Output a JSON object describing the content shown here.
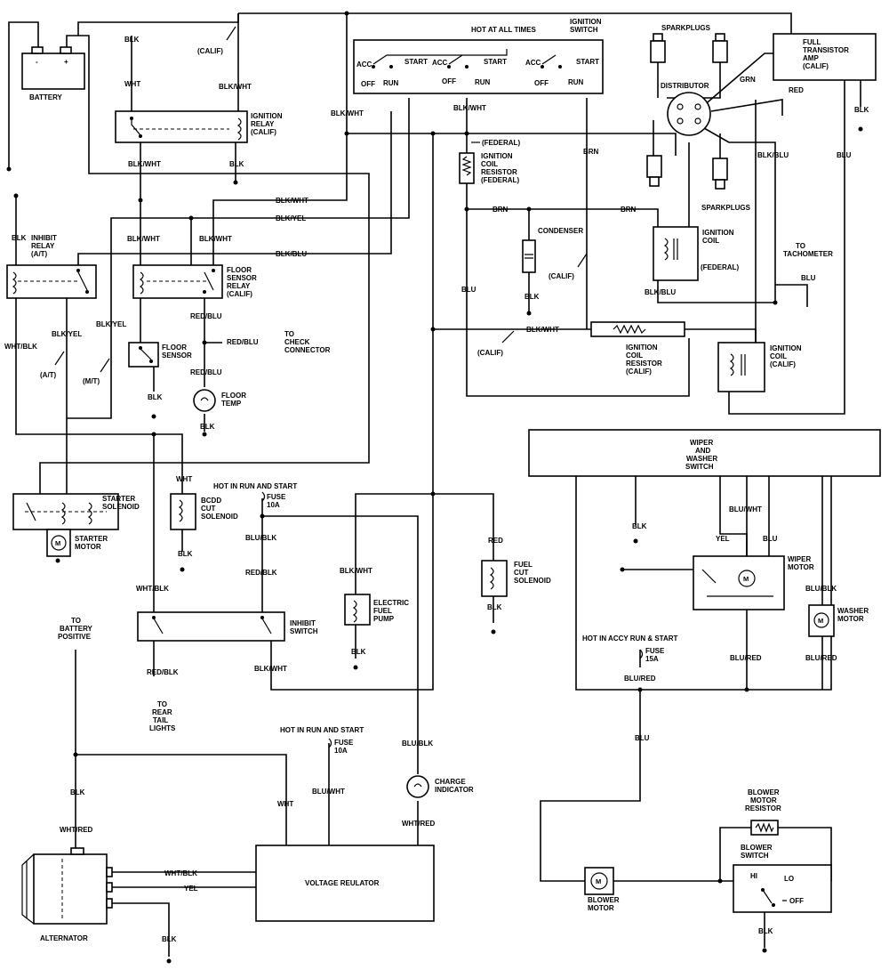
{
  "labels": {
    "battery": "BATTERY",
    "blk_bat": "BLK",
    "wht_bat": "WHT",
    "calif_top": "(CALIF)",
    "blkwht_relay_in": "BLK/WHT",
    "ign_relay": [
      "IGNITION",
      "RELAY",
      "(CALIF)"
    ],
    "blkwht_relay_out": "BLK/WHT",
    "blk_relay_gnd": "BLK",
    "blkwht_main": "BLK/WHT",
    "blkwht_h1": "BLK/WHT",
    "blkyel_h": "BLK/YEL",
    "blkblu_h": "BLK/BLU",
    "blk_inhibit": "BLK",
    "inhibit_relay": [
      "INHIBIT",
      "RELAY",
      "(A/T)"
    ],
    "blkwht_fsr_a": "BLK/WHT",
    "blkwht_fsr_b": "BLK/WHT",
    "floor_sensor_relay": [
      "FLOOR",
      "SENSOR",
      "RELAY",
      "(CALIF)"
    ],
    "redblu_1": "RED/BLU",
    "redblu_2": "RED/BLU",
    "to_check": [
      "TO",
      "CHECK",
      "CONNECTOR"
    ],
    "redblu_3": "RED/BLU",
    "floor_temp": [
      "FLOOR",
      "TEMP"
    ],
    "blk_ft": "BLK",
    "floor_sensor": [
      "FLOOR",
      "SENSOR"
    ],
    "blk_fs": "BLK",
    "whtblk_left": "WHT/BLK",
    "blkyel_v": "BLK/YEL",
    "blkyel_v2": "BLK/YEL",
    "at": "(A/T)",
    "mt": "(M/T)",
    "starter_solenoid": [
      "STARTER",
      "SOLENOID"
    ],
    "starter_motor": [
      "STARTER",
      "MOTOR"
    ],
    "wht_bcdd": "WHT",
    "bcdd": [
      "BCDD",
      "CUT",
      "SOLENOID"
    ],
    "blk_bcdd": "BLK",
    "hot_run_start_1": "HOT IN RUN AND START",
    "fuse_1": [
      "FUSE",
      "10A"
    ],
    "blublk_1": "BLU/BLK",
    "redblk_1": "RED/BLK",
    "whtblk_2": "WHT/BLK",
    "inhibit_switch": [
      "INHIBIT",
      "SWITCH"
    ],
    "redblk_2": "RED/BLK",
    "to_rear": [
      "TO",
      "REAR",
      "TAIL",
      "LIGHTS"
    ],
    "blkwht_inh": "BLK/WHT",
    "blkwht_efp": "BLK/WHT",
    "efp": [
      "ELECTRIC",
      "FUEL",
      "PUMP"
    ],
    "blk_efp": "BLK",
    "red_fcs": "RED",
    "fcs": [
      "FUEL",
      "CUT",
      "SOLENOID"
    ],
    "blk_fcs": "BLK",
    "to_batt_pos": [
      "TO",
      "BATTERY",
      "POSITIVE"
    ],
    "hot_run_start_2": "HOT IN RUN AND START",
    "fuse_2": [
      "FUSE",
      "10A"
    ],
    "blk_alt": "BLK",
    "whtred_alt": "WHT/RED",
    "wht_vr": "WHT",
    "bluwht_vr": "BLU/WHT",
    "blublk_ci": "BLU/BLK",
    "charge_indicator": [
      "CHARGE",
      "INDICATOR"
    ],
    "whtred_ci": "WHT/RED",
    "voltage_regulator": "VOLTAGE REULATOR",
    "whtblk_alt": "WHT/BLK",
    "yel_alt": "YEL",
    "alternator": "ALTERNATOR",
    "blk_alt_gnd": "BLK",
    "hot_all_times": "HOT AT ALL TIMES",
    "ignition_switch": [
      "IGNITION",
      "SWITCH"
    ],
    "acc": "ACC",
    "start": "START",
    "off": "OFF",
    "run": "RUN",
    "blkwht_is": "BLK/WHT",
    "federal_1": "(FEDERAL)",
    "icr_fed": [
      "IGNITION",
      "COIL",
      "RESISTOR",
      "(FEDERAL)"
    ],
    "brn_1": "BRN",
    "brn_2": "BRN",
    "brn_v": "BRN",
    "condenser": "CONDENSER",
    "blk_cond": "BLK",
    "calif_cond": "(CALIF)",
    "blu_v": "BLU",
    "sparkplugs_top": "SPARKPLUGS",
    "distributor": "DISTRIBUTOR",
    "sparkplugs_bottom": "SPARKPLUGS",
    "ign_coil_fed": [
      "IGNITION",
      "COIL"
    ],
    "federal_2": "(FEDERAL)",
    "blkblu_coil": "BLK/BLU",
    "blkblu_v": "BLK/BLU",
    "grn": "GRN",
    "red": "RED",
    "fta": [
      "FULL",
      "TRANSISTOR",
      "AMP",
      "(CALIF)"
    ],
    "blk_fta": "BLK",
    "blu_fta": "BLU",
    "to_tach": [
      "TO",
      "TACHOMETER"
    ],
    "blu_tach": "BLU",
    "calif_mid": "(CALIF)",
    "blkwht_icr": "BLK/WHT",
    "icr_calif": [
      "IGNITION",
      "COIL",
      "RESISTOR",
      "(CALIF)"
    ],
    "ign_coil_calif": [
      "IGNITION",
      "COIL",
      "(CALIF)"
    ],
    "wws": [
      "WIPER",
      "AND",
      "WASHER",
      "SWITCH"
    ],
    "blk_wws": "BLK",
    "bluwht_w": "BLU/WHT",
    "yel_w": "YEL",
    "blu_w": "BLU",
    "wiper_motor": [
      "WIPER",
      "MOTOR"
    ],
    "blublk_w": "BLU/BLK",
    "washer_motor": [
      "WASHER",
      "MOTOR"
    ],
    "hot_accy": "HOT IN ACCY RUN & START",
    "fuse_3": [
      "FUSE",
      "15A"
    ],
    "blured_1": "BLU/RED",
    "blured_2": "BLU/RED",
    "blured_3": "BLU/RED",
    "blu_blower": "BLU",
    "bmr": [
      "BLOWER",
      "MOTOR",
      "RESISTOR"
    ],
    "blower_switch": [
      "BLOWER",
      "SWITCH"
    ],
    "hi": "HI",
    "lo": "LO",
    "off_bs": "OFF",
    "blower_motor": [
      "BLOWER",
      "MOTOR"
    ],
    "blk_bs": "BLK"
  }
}
